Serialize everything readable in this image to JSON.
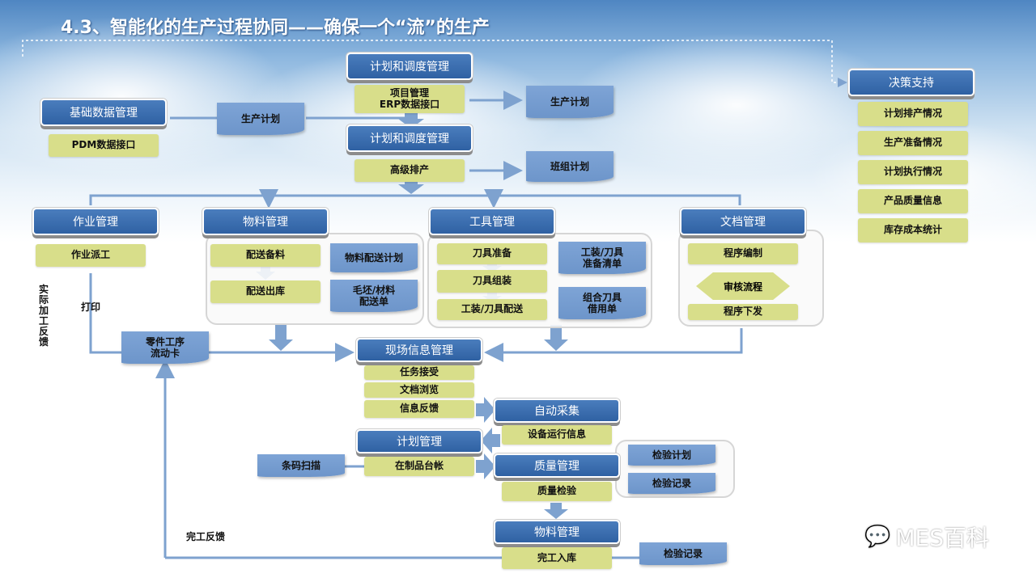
{
  "title": "4.3、智能化的生产过程协同——确保一个“流”的生产",
  "headers": {
    "basic_data": "基础数据管理",
    "plan_sched_1": "计划和调度管理",
    "plan_sched_2": "计划和调度管理",
    "job": "作业管理",
    "material": "物料管理",
    "tool": "工具管理",
    "document": "文档管理",
    "site_info": "现场信息管理",
    "auto_collect": "自动采集",
    "plan_mgmt": "计划管理",
    "quality": "质量管理",
    "material_2": "物料管理",
    "decision": "决策支持"
  },
  "items": {
    "pdm": "PDM数据接口",
    "project_erp": "项目管理\nERP数据接口",
    "aps": "高级排产",
    "dispatch": "作业派工",
    "prep_material": "配送备料",
    "out_stock": "配送出库",
    "tool_prep": "刀具准备",
    "tool_assembly": "刀具组装",
    "tool_delivery": "工装/刀具配送",
    "program_edit": "程序编制",
    "review": "审核流程",
    "program_issue": "程序下发",
    "task_accept": "任务接受",
    "doc_browse": "文档浏览",
    "feedback": "信息反馈",
    "equip_info": "设备运行信息",
    "wip_ledger": "在制品台帐",
    "quality_check": "质量检验",
    "finish_store": "完工入库"
  },
  "decision_items": [
    "计划排产情况",
    "生产准备情况",
    "计划执行情况",
    "产品质量信息",
    "库存成本统计"
  ],
  "docs": {
    "prod_plan_1": "生产计划",
    "prod_plan_2": "生产计划",
    "team_plan": "班组计划",
    "material_plan": "物料配送计划",
    "blank_list": "毛坯/材料\n配送单",
    "tool_list": "工装/刀具\n准备清单",
    "tool_borrow": "组合刀具\n借用单",
    "process_card": "零件工序\n流动卡",
    "barcode": "条码扫描",
    "inspect_plan": "检验计划",
    "inspect_record_1": "检验记录",
    "inspect_record_2": "检验记录"
  },
  "labels": {
    "actual_feedback": "实际加工反馈",
    "print": "打印",
    "finish_feedback": "完工反馈"
  },
  "watermark": "MES百科",
  "colors": {
    "header": "#2f61a3",
    "item": "#d8de8a",
    "doc": "#7ea4d6",
    "line": "#7ea2cf"
  }
}
